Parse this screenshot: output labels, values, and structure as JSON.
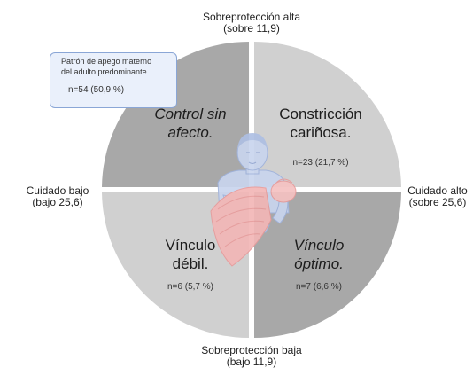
{
  "axes": {
    "top": [
      "Sobreprotección alta",
      "(sobre 11,9)"
    ],
    "bottom": [
      "Sobreprotección baja",
      "(bajo 11,9)"
    ],
    "left": [
      "Cuidado bajo",
      "(bajo 25,6)"
    ],
    "right": [
      "Cuidado alto",
      "(sobre 25,6)"
    ]
  },
  "quadrants": {
    "top_left": {
      "title": [
        "Control sin",
        "afecto."
      ],
      "italic": true
    },
    "top_right": {
      "title": [
        "Constricción",
        "cariñosa."
      ],
      "count": "n=23 (21,7 %)"
    },
    "bottom_left": {
      "title": [
        "Vínculo",
        "débil."
      ],
      "count": "n=6 (5,7 %)"
    },
    "bottom_right": {
      "title": [
        "Vínculo",
        "óptimo."
      ],
      "count": "n=7 (6,6 %)",
      "italic": true
    }
  },
  "callout": {
    "lines": [
      "Patrón de apego materno",
      "del adulto predominante."
    ],
    "count": "n=54 (50,9 %)"
  },
  "colors": {
    "quadrant_light": "#d0d0d0",
    "quadrant_dark": "#a8a8a8",
    "callout_border": "#8aa6d6",
    "callout_fill": "#eaf0fb",
    "figure_blue": "#c9d5ee",
    "baby_pink": "#f2a9a9"
  },
  "illustration": "mother-holding-baby-icon"
}
